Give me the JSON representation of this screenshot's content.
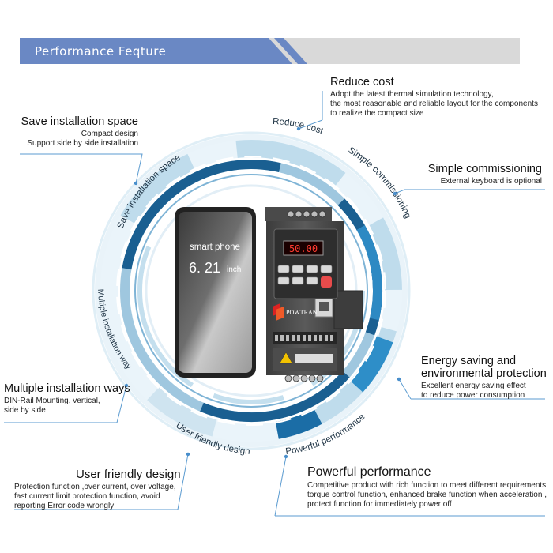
{
  "header": {
    "title": "Performance Feqture"
  },
  "ring_labels": {
    "reduce_cost": "Reduce cost",
    "save_space": "Save installation space",
    "simple_commissioning": "Simple commissioning",
    "energy_saving": "Energy saving and environmental protection",
    "powerful": "Powerful performance",
    "user_friendly": "User friendly design",
    "multiple": "Multiple installation ways"
  },
  "features": {
    "reduce_cost": {
      "title": "Reduce cost",
      "desc": [
        "Adopt the latest thermal simulation technology,",
        "the most reasonable and reliable layout for the components",
        "to realize the compact size"
      ]
    },
    "save_space": {
      "title": "Save installation space",
      "desc": [
        "Compact design",
        "Support side by side installation"
      ]
    },
    "simple_commissioning": {
      "title": "Simple commissioning",
      "desc": [
        "External keyboard is optional"
      ]
    },
    "energy_saving": {
      "title": [
        "Energy saving and",
        "environmental protection"
      ],
      "desc": [
        "Excellent energy saving effect",
        "to reduce power consumption"
      ]
    },
    "multiple": {
      "title": "Multiple installation ways",
      "desc": [
        "DIN-Rail Mounting, vertical,",
        "side by side"
      ]
    },
    "user_friendly": {
      "title": "User friendly design",
      "desc": [
        "Protection function ,over current, over voltage,",
        "fast current limit protection function, avoid",
        "reporting Error code wrongly"
      ]
    },
    "powerful": {
      "title": "Powerful performance",
      "desc": [
        "Competitive product with rich function to meet different requirements",
        "torque control function, enhanced brake function when acceleration ,",
        "protect function for immediately power off"
      ]
    }
  },
  "phone": {
    "label": "smart phone",
    "size_value": "6. 21",
    "size_unit": "inch"
  },
  "device": {
    "display": "50.00",
    "brand": "POWTRAN"
  },
  "colors": {
    "banner_blue": "#6a88c4",
    "banner_gray": "#d9d9d9",
    "ring_dark": "#1a5f91",
    "ring_mid": "#2d89c3",
    "ring_light": "#a9d2e8"
  }
}
